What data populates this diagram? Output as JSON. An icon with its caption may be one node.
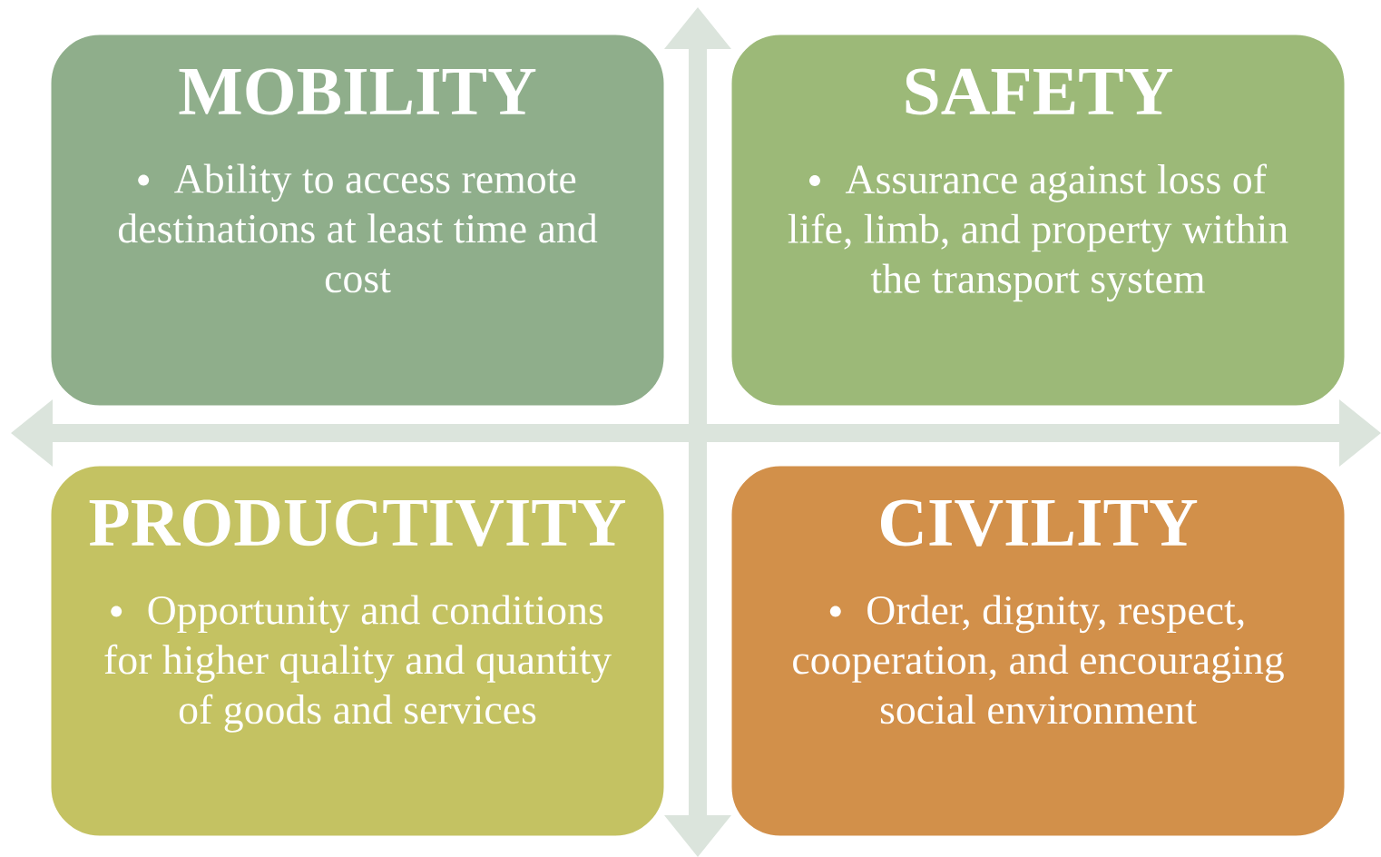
{
  "diagram": {
    "nodes": [
      {
        "text": [
          "MOBILITY",
          "Ability to access remote destinations at least time and cost"
        ]
      },
      {
        "text": [
          "SAFETY",
          "Assurance against loss of life, limb, and property within the transport system"
        ]
      },
      {
        "text": [
          "PRODUCTIVITY",
          "Opportunity and conditions for higher quality and quantity of goods and services"
        ]
      },
      {
        "text": [
          "CIVILITY",
          "Order, dignity, respect, cooperation, and encouraging social environment"
        ]
      }
    ]
  }
}
